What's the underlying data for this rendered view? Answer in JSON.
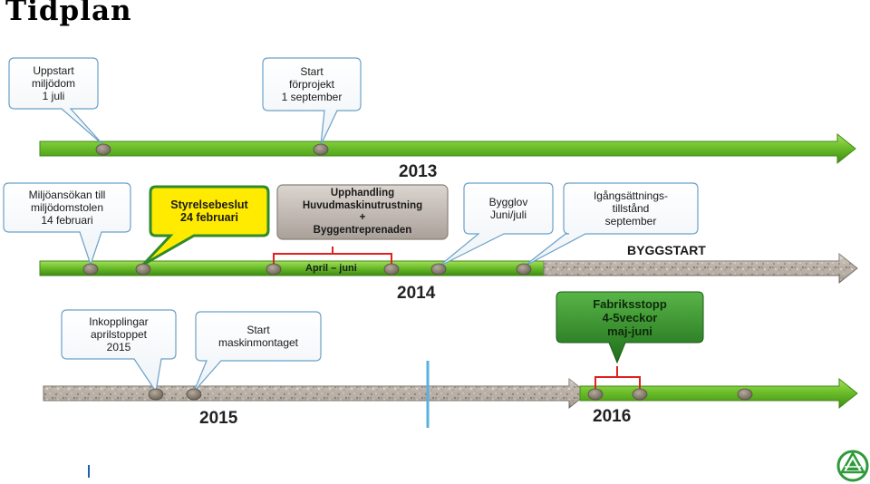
{
  "page": {
    "title": "Tidplan"
  },
  "years": {
    "y2013": "2013",
    "y2014": "2014",
    "y2015": "2015",
    "y2016": "2016"
  },
  "callouts": {
    "uppstart": {
      "lines": [
        "Uppstart",
        "miljödom",
        "1 juli"
      ]
    },
    "start_forprojekt": {
      "lines": [
        "Start",
        "förprojekt",
        "1 september"
      ]
    },
    "miljoansokan": {
      "lines": [
        "Miljöansökan till",
        "miljödomstolen",
        "14 februari"
      ]
    },
    "styrelsebeslut": {
      "lines": [
        "Styrelsebeslut",
        "24 februari"
      ]
    },
    "upphandling": {
      "lines": [
        "Upphandling",
        "Huvudmaskinutrustning",
        "+",
        "Byggentreprenaden"
      ]
    },
    "bygglov": {
      "lines": [
        "Bygglov",
        "Juni/juli"
      ]
    },
    "igangsattning": {
      "lines": [
        "Igångsättnings-",
        "tillstånd",
        "september"
      ]
    },
    "inkopplingar": {
      "lines": [
        "Inkopplingar",
        "aprilstoppet",
        "2015"
      ]
    },
    "start_maskinmontaget": {
      "lines": [
        "Start",
        "maskinmontaget"
      ]
    },
    "fabriksstopp": {
      "lines": [
        "Fabriksstopp",
        "4-5veckor",
        "maj-juni"
      ]
    }
  },
  "labels": {
    "april_juni": "April – juni",
    "byggstart": "BYGGSTART"
  },
  "colors": {
    "timeline_green": "#5ea81f",
    "timeline_green_light": "#8fd14a",
    "construction_gravel": "#b3a9a0",
    "milestone_dot": "#8a7f72",
    "callout_border": "#6aa0c8",
    "callout_green": "#2f8a2a",
    "callout_yellow": "#ffeb00",
    "bracket_red": "#e0211d",
    "today_marker": "#5ab0e0",
    "logo_green": "#2f9a3a"
  }
}
